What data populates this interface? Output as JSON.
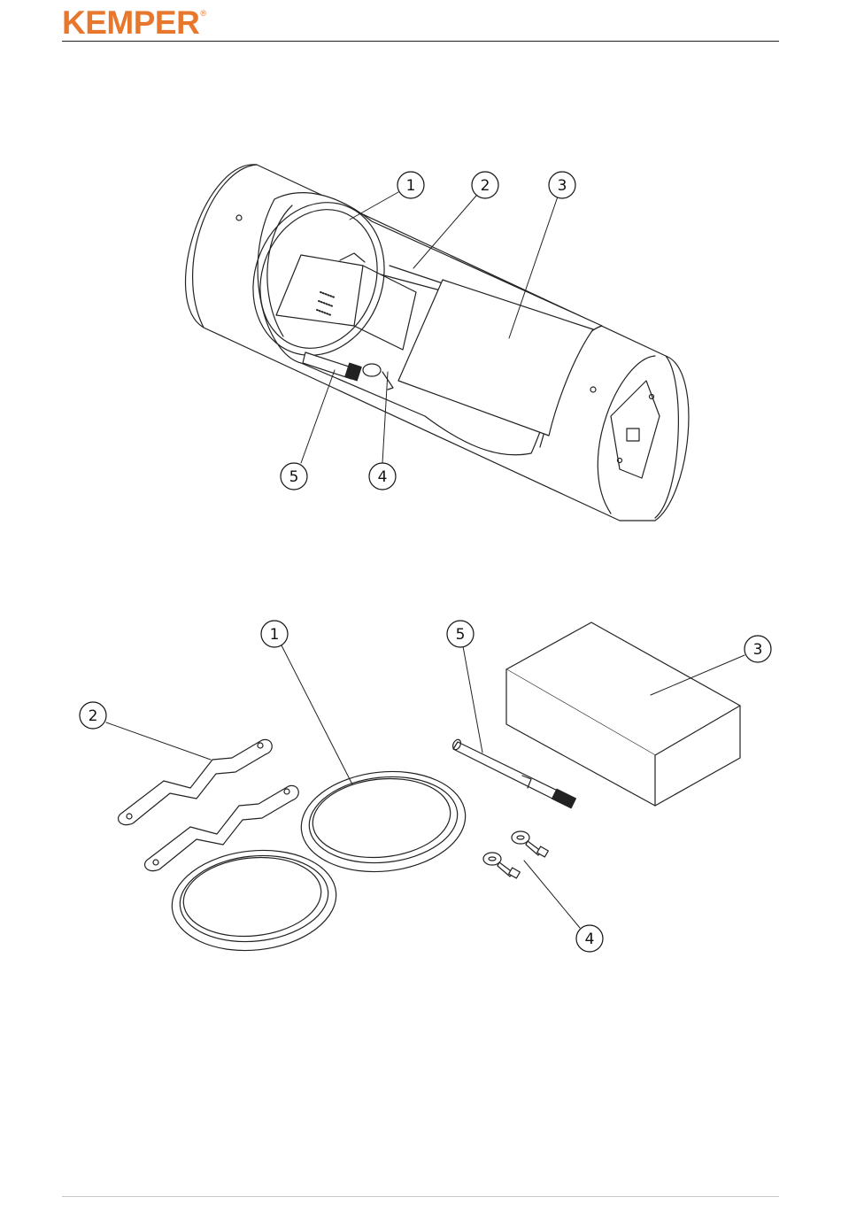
{
  "header": {
    "brand": "KEMPER",
    "registered_mark": "®",
    "brand_color": "#e8772e"
  },
  "figure_assembled": {
    "callouts": [
      "1",
      "2",
      "3",
      "5",
      "4"
    ]
  },
  "figure_exploded": {
    "callouts": [
      "1",
      "5",
      "3",
      "2",
      "4"
    ]
  }
}
